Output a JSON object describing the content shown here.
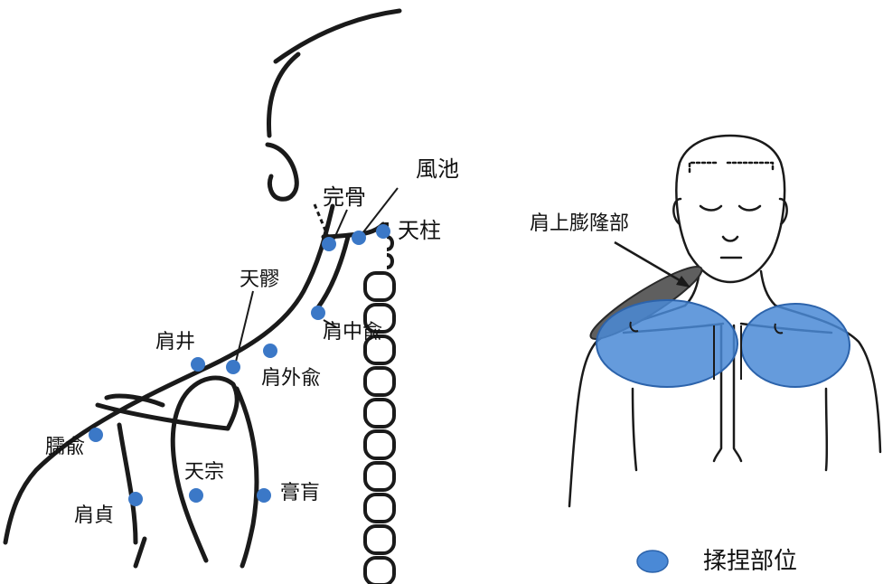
{
  "background_text": [
    "",
    "",
    "",
    "",
    "",
    "",
    "",
    "",
    "",
    "",
    "",
    "",
    ""
  ],
  "left_figure": {
    "points": [
      {
        "label": "風池"
      },
      {
        "label": "完骨"
      },
      {
        "label": "天柱"
      },
      {
        "label": "天髎"
      },
      {
        "label": "肩中兪"
      },
      {
        "label": "肩井"
      },
      {
        "label": "肩外兪"
      },
      {
        "label": "臑兪"
      },
      {
        "label": "天宗"
      },
      {
        "label": "膏肓"
      },
      {
        "label": "肩貞"
      }
    ]
  },
  "right_figure": {
    "callout_label": "肩上膨隆部"
  },
  "legend": {
    "label": "揉捏部位"
  },
  "colors": {
    "acupoint": "#3b78c7",
    "massage_area_fill": "#4a89d6",
    "massage_area_stroke": "#2c63ab",
    "bulge": "#5f5f5f",
    "line": "#1a1a1a"
  }
}
